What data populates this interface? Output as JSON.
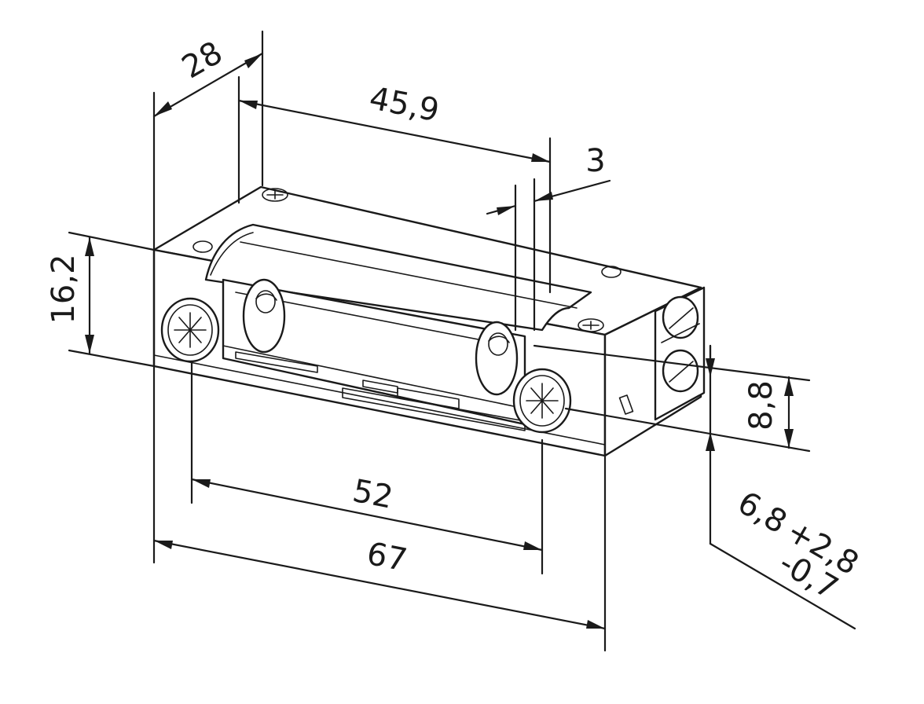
{
  "colors": {
    "line": "#1a1a1a",
    "background": "#ffffff"
  },
  "dimensions": {
    "depth": "28",
    "body_length": "45,9",
    "offset": "3",
    "height": "16,2",
    "mount_hole_spacing": "52",
    "total_length": "67",
    "latch_height": "8,8",
    "latch_adjust_base": "6,8",
    "latch_adjust_plus": "+2,8",
    "latch_adjust_minus": "-0,7"
  }
}
